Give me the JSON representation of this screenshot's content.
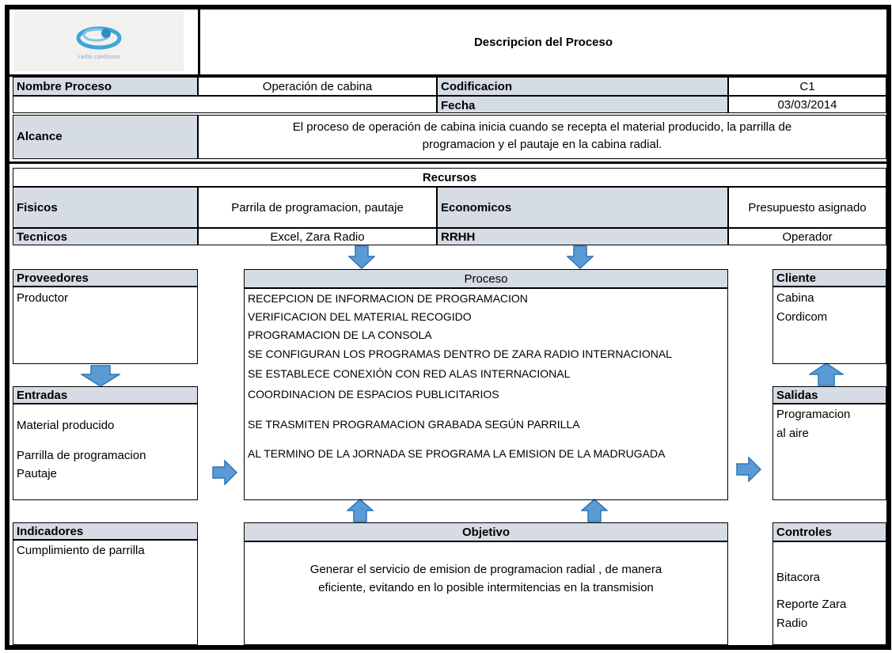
{
  "header": {
    "title": "Descripcion del Proceso",
    "logo_text": "radio cordicom"
  },
  "info": {
    "nombre_label": "Nombre Proceso",
    "nombre_value": "Operación de cabina",
    "codificacion_label": "Codificacion",
    "codificacion_value": "C1",
    "fecha_label": "Fecha",
    "fecha_value": "03/03/2014",
    "alcance_label": "Alcance",
    "alcance_line1": "El proceso de operación de cabina inicia cuando se recepta el material producido, la parrilla de",
    "alcance_line2": "programacion y el pautaje en la cabina radial."
  },
  "recursos": {
    "title": "Recursos",
    "fisicos_label": "Fisicos",
    "fisicos_value": "Parrila de programacion, pautaje",
    "economicos_label": "Economicos",
    "economicos_value": "Presupuesto asignado",
    "tecnicos_label": "Tecnicos",
    "tecnicos_value": "Excel, Zara Radio",
    "rrhh_label": "RRHH",
    "rrhh_value": "Operador"
  },
  "proveedores": {
    "title": "Proveedores",
    "items": [
      "Productor"
    ]
  },
  "entradas": {
    "title": "Entradas",
    "items": [
      "Material producido",
      "Parrilla de programacion",
      "Pautaje"
    ]
  },
  "proceso": {
    "title": "Proceso",
    "steps": [
      "RECEPCION DE INFORMACION DE PROGRAMACION",
      "VERIFICACION DEL MATERIAL RECOGIDO",
      "PROGRAMACION DE LA CONSOLA",
      "SE CONFIGURAN LOS PROGRAMAS DENTRO DE ZARA RADIO INTERNACIONAL",
      "SE ESTABLECE CONEXIÓN CON RED ALAS INTERNACIONAL",
      "COORDINACION DE ESPACIOS PUBLICITARIOS",
      "SE TRASMITEN PROGRAMACION GRABADA SEGÚN PARRILLA",
      "AL TERMINO DE LA JORNADA SE PROGRAMA LA EMISION DE LA MADRUGADA"
    ]
  },
  "cliente": {
    "title": "Cliente",
    "items": [
      "Cabina",
      "Cordicom"
    ]
  },
  "salidas": {
    "title": "Salidas",
    "items": [
      "Programacion",
      "al aire"
    ]
  },
  "indicadores": {
    "title": "Indicadores",
    "items": [
      "Cumplimiento de parrilla"
    ]
  },
  "objetivo": {
    "title": "Objetivo",
    "line1": "Generar el servicio de emision de programacion radial , de manera",
    "line2": "eficiente, evitando en lo posible intermitencias en la transmision"
  },
  "controles": {
    "title": "Controles",
    "items": [
      "Bitacora",
      "Reporte Zara",
      "Radio"
    ]
  },
  "colors": {
    "header_fill": "#D6DCE4",
    "arrow_fill": "#5B9BD5",
    "arrow_stroke": "#2E75B6"
  }
}
